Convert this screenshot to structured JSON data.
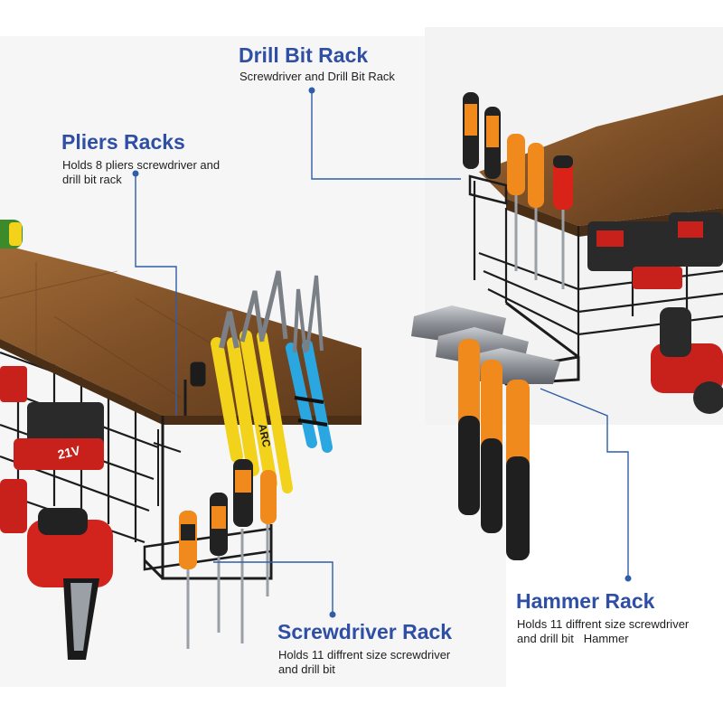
{
  "callouts": {
    "drill_bit_rack": {
      "title": "Drill Bit Rack",
      "desc": "Screwdriver and Drill Bit Rack"
    },
    "pliers_racks": {
      "title": "Pliers Racks",
      "desc_line1": "Holds 8 pliers screwdriver and",
      "desc_line2": "drill bit rack"
    },
    "screwdriver_rack": {
      "title": "Screwdriver Rack",
      "desc_line1": "Holds 11 diffrent size screwdriver",
      "desc_line2": "and drill bit"
    },
    "hammer_rack": {
      "title": "Hammer Rack",
      "desc_line1": "Holds 11 diffrent size screwdriver",
      "desc_line2": "and drill bit   Hammer"
    }
  },
  "colors": {
    "title_blue": "#2f4fa6",
    "leader_line": "#2f5da8",
    "wood": "#8a5a2e",
    "rack_metal": "#1c1c1c",
    "battery_red": "#c8211b",
    "handle_orange": "#f08a1c",
    "pliers_yellow": "#f2d21a",
    "pliers_blue": "#2aa6e0"
  },
  "product_markings": {
    "battery_voltage": "21V",
    "pliers_brand": "ARC"
  }
}
